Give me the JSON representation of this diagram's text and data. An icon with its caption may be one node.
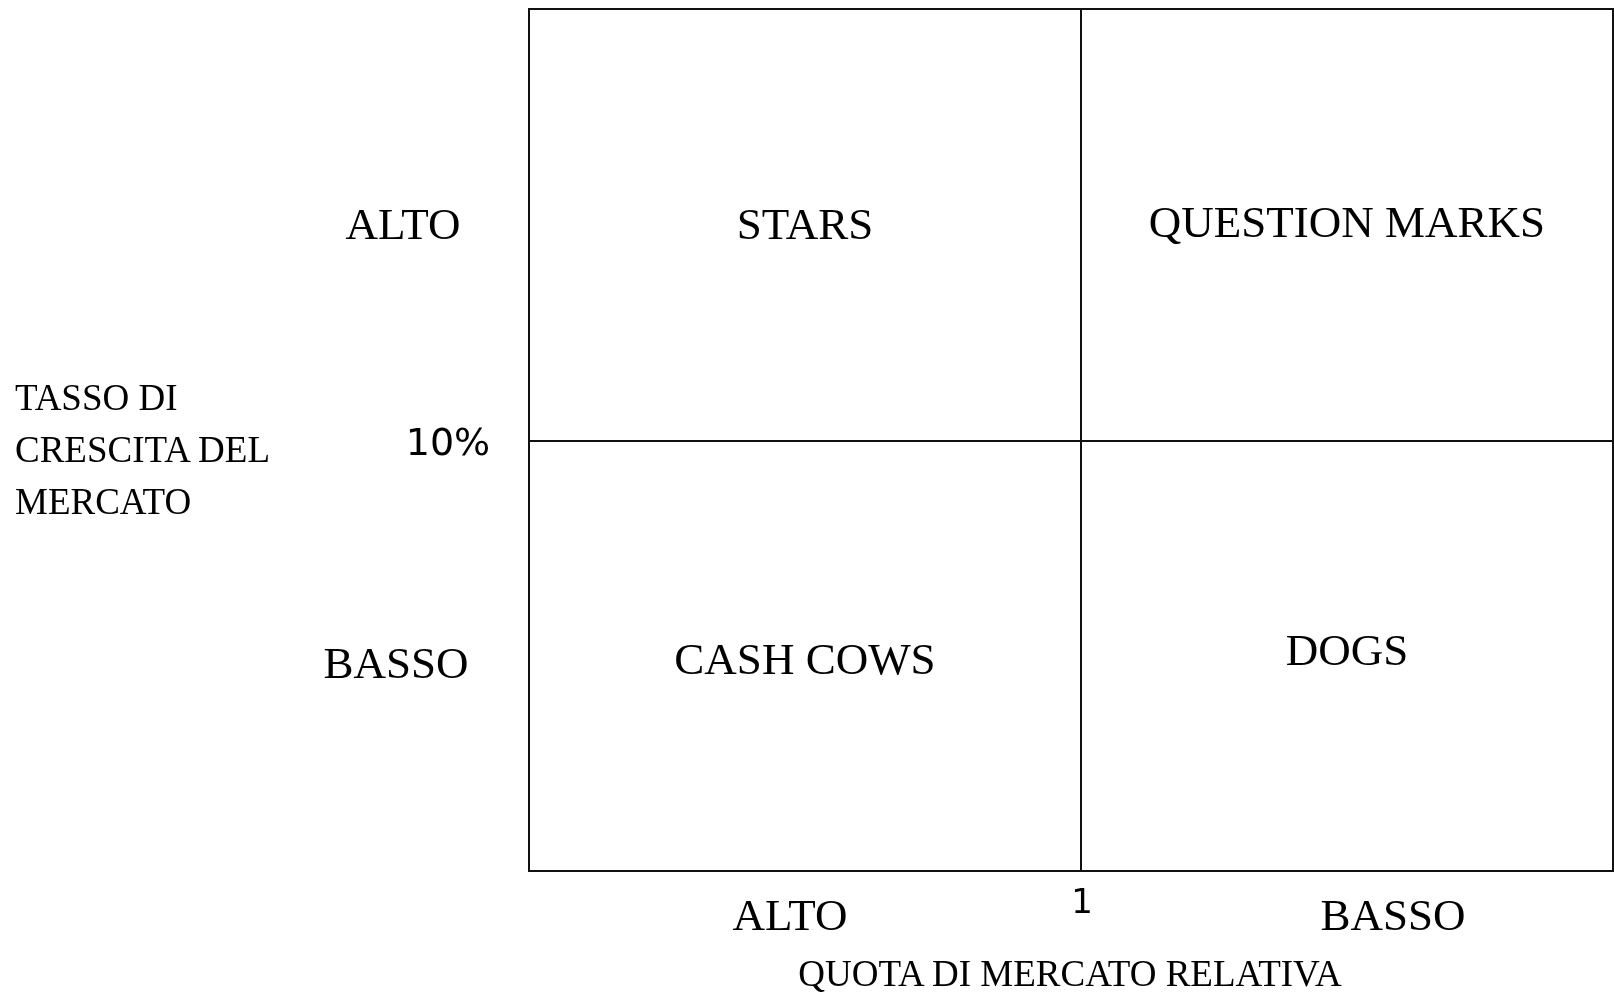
{
  "diagram": {
    "nodes": [
      {
        "text": [
          "STARS"
        ]
      },
      {
        "text": [
          "QUESTION MARKS"
        ]
      },
      {
        "text": [
          "CASH COWS"
        ]
      },
      {
        "text": [
          "DOGS"
        ]
      }
    ],
    "labels": [
      "ALTO",
      "TASSO DI CRESCITA DEL MERCATO",
      "10%",
      "BASSO",
      "ALTO",
      "1",
      "BASSO",
      "QUOTA DI MERCATO RELATIVA"
    ]
  }
}
